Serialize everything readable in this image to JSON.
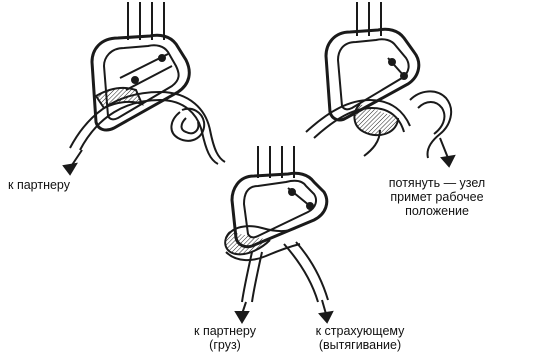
{
  "labels": {
    "to_partner_top": "к партнеру",
    "pull_note": [
      "потянуть — узел",
      "примет рабочее",
      "положение"
    ],
    "to_partner_bottom": [
      "к партнеру",
      "(груз)"
    ],
    "to_belayer": [
      "к страхующему",
      "(вытягивание)"
    ]
  },
  "colors": {
    "ink": "#1a1a1a",
    "paper": "#ffffff"
  }
}
